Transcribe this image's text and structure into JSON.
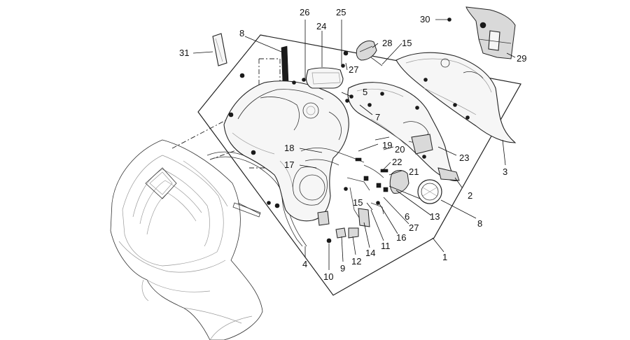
{
  "callouts": [
    {
      "id": "c1",
      "text": "1"
    },
    {
      "id": "c2",
      "text": "2"
    },
    {
      "id": "c3",
      "text": "3"
    },
    {
      "id": "c4",
      "text": "4"
    },
    {
      "id": "c5",
      "text": "5"
    },
    {
      "id": "c6",
      "text": "6"
    },
    {
      "id": "c7",
      "text": "7"
    },
    {
      "id": "c8a",
      "text": "8"
    },
    {
      "id": "c8b",
      "text": "8"
    },
    {
      "id": "c9",
      "text": "9"
    },
    {
      "id": "c10",
      "text": "10"
    },
    {
      "id": "c11",
      "text": "11"
    },
    {
      "id": "c12",
      "text": "12"
    },
    {
      "id": "c13",
      "text": "13"
    },
    {
      "id": "c14",
      "text": "14"
    },
    {
      "id": "c15a",
      "text": "15"
    },
    {
      "id": "c15b",
      "text": "15"
    },
    {
      "id": "c16",
      "text": "16"
    },
    {
      "id": "c17",
      "text": "17"
    },
    {
      "id": "c18",
      "text": "18"
    },
    {
      "id": "c19",
      "text": "19"
    },
    {
      "id": "c20",
      "text": "20"
    },
    {
      "id": "c21",
      "text": "21"
    },
    {
      "id": "c22",
      "text": "22"
    },
    {
      "id": "c23",
      "text": "23"
    },
    {
      "id": "c24",
      "text": "24"
    },
    {
      "id": "c25",
      "text": "25"
    },
    {
      "id": "c26",
      "text": "26"
    },
    {
      "id": "c27a",
      "text": "27"
    },
    {
      "id": "c27b",
      "text": "27"
    },
    {
      "id": "c28",
      "text": "28"
    },
    {
      "id": "c29",
      "text": "29"
    },
    {
      "id": "c30",
      "text": "30"
    },
    {
      "id": "c31",
      "text": "31"
    }
  ]
}
